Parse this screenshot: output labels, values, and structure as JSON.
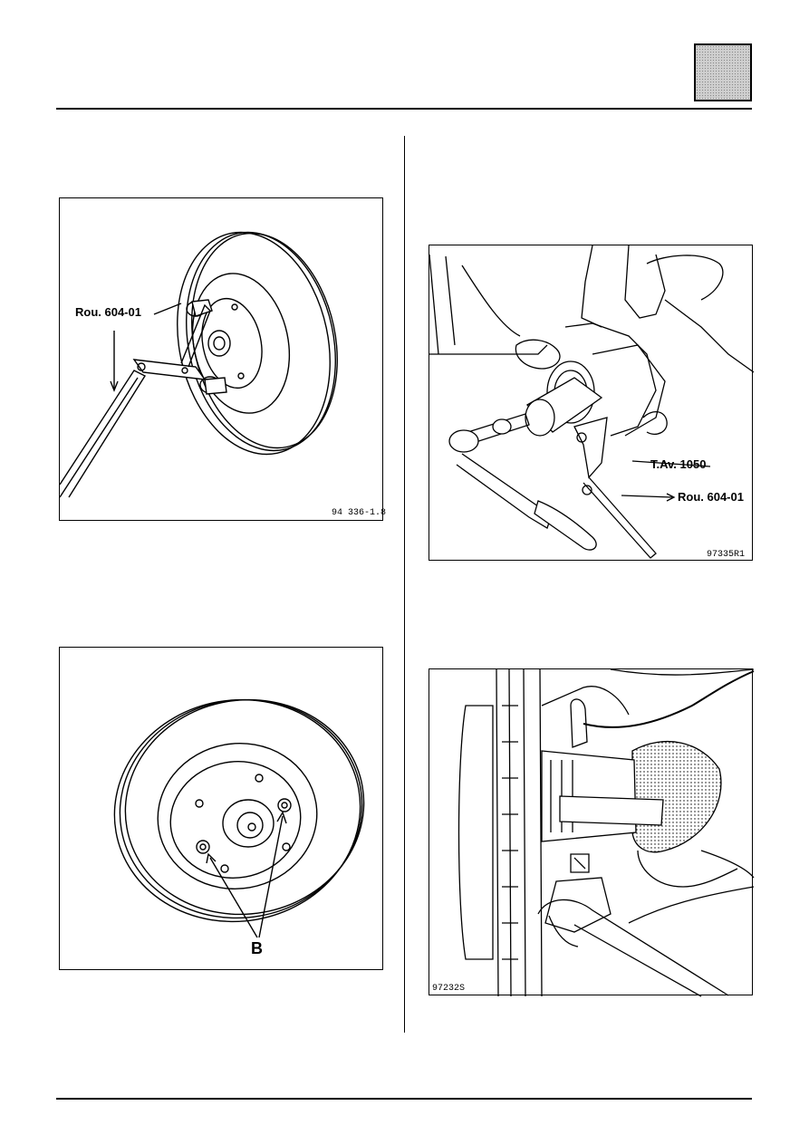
{
  "figures": {
    "wheel_hub_tool": {
      "tool_label": "Rou. 604-01",
      "ref": "94 336-1.8"
    },
    "hub_extractor": {
      "extractor_label": "T.Av. 1050",
      "tool_label": "Rou. 604-01",
      "ref": "97335R1"
    },
    "disc_bolts": {
      "marker": "B"
    },
    "knuckle": {
      "ref": "97232S"
    }
  }
}
